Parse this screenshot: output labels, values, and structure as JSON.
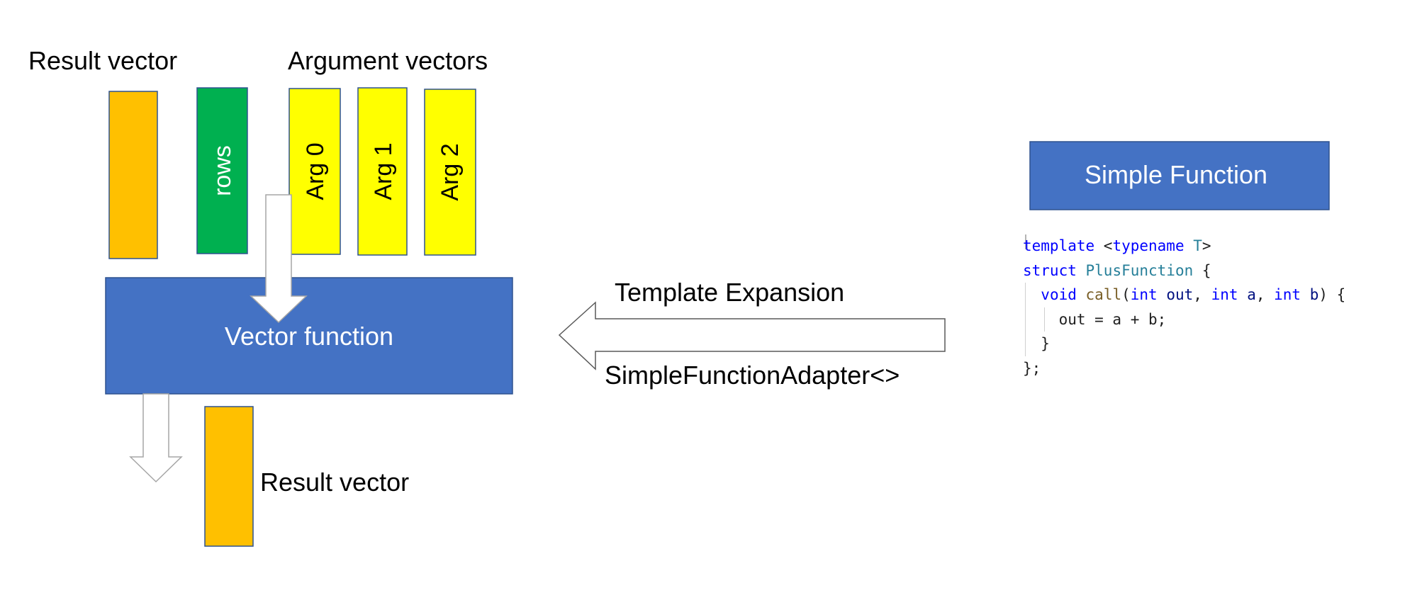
{
  "labels": {
    "result_vector_top": "Result vector",
    "argument_vectors": "Argument vectors",
    "rows": "rows",
    "arg0": "Arg 0",
    "arg1": "Arg 1",
    "arg2": "Arg 2",
    "vector_function": "Vector function",
    "result_vector_bottom": "Result vector",
    "template_expansion": "Template Expansion",
    "adapter": "SimpleFunctionAdapter<>",
    "simple_function": "Simple Function"
  },
  "code": {
    "lines": [
      [
        {
          "t": "template",
          "c": "kw"
        },
        {
          "t": " <",
          "c": "pl"
        },
        {
          "t": "typename",
          "c": "kw"
        },
        {
          "t": " ",
          "c": "pl"
        },
        {
          "t": "T",
          "c": "ty"
        },
        {
          "t": ">",
          "c": "pl"
        }
      ],
      [
        {
          "t": "struct",
          "c": "kw"
        },
        {
          "t": " ",
          "c": "pl"
        },
        {
          "t": "PlusFunction",
          "c": "ty"
        },
        {
          "t": " {",
          "c": "pl"
        }
      ],
      [
        {
          "t": "  ",
          "c": "pl"
        },
        {
          "t": "void",
          "c": "kw"
        },
        {
          "t": " ",
          "c": "pl"
        },
        {
          "t": "call",
          "c": "fn"
        },
        {
          "t": "(",
          "c": "pl"
        },
        {
          "t": "int",
          "c": "kw"
        },
        {
          "t": " ",
          "c": "pl"
        },
        {
          "t": "out",
          "c": "id"
        },
        {
          "t": ", ",
          "c": "pl"
        },
        {
          "t": "int",
          "c": "kw"
        },
        {
          "t": " ",
          "c": "pl"
        },
        {
          "t": "a",
          "c": "id"
        },
        {
          "t": ", ",
          "c": "pl"
        },
        {
          "t": "int",
          "c": "kw"
        },
        {
          "t": " ",
          "c": "pl"
        },
        {
          "t": "b",
          "c": "id"
        },
        {
          "t": ") {",
          "c": "pl"
        }
      ],
      [
        {
          "t": "    out = a + b;",
          "c": "pl"
        }
      ],
      [
        {
          "t": "  }",
          "c": "pl"
        }
      ],
      [
        {
          "t": "};",
          "c": "pl"
        }
      ]
    ]
  },
  "colors": {
    "blue_box": "#4472c4",
    "blue_box_border": "#2f528f",
    "result_orange": "#ffc000",
    "rows_green": "#00b050",
    "arg_yellow": "#ffff00",
    "arrow_outline": "#a6a6a6",
    "text": "#000000",
    "box_text": "#ffffff"
  }
}
